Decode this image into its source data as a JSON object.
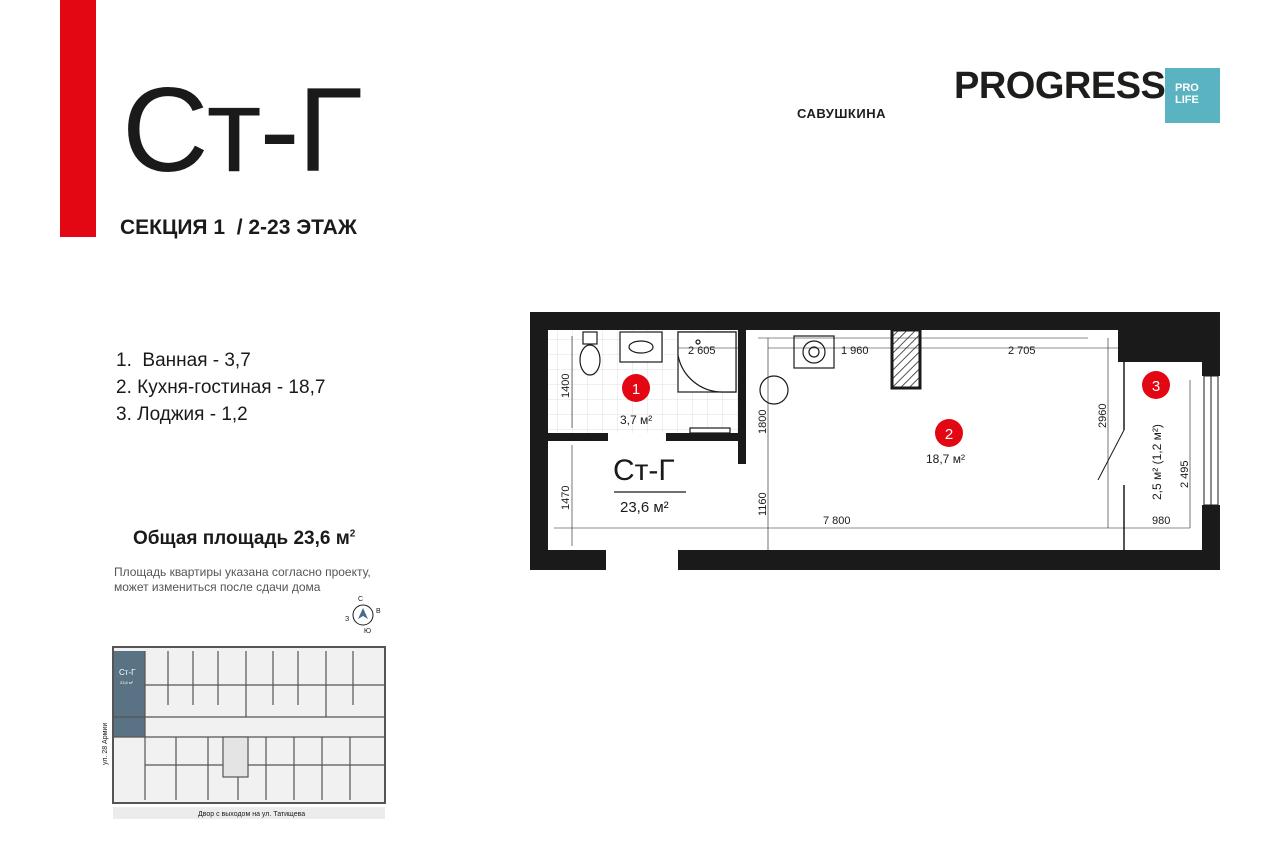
{
  "apartment": {
    "code": "Ст-Г",
    "section_floor": "СЕКЦИЯ 1  / 2-23 ЭТАЖ"
  },
  "brand": {
    "name": "PROGRESS",
    "sub": "САВУШКИНА",
    "box_line1": "PRO",
    "box_line2": "LIFE",
    "accent_color": "#e30613",
    "box_color": "#5ab3c0"
  },
  "rooms": [
    {
      "label": "1.  Ванная - 3,7"
    },
    {
      "label": "2. Кухня-гостиная - 18,7"
    },
    {
      "label": "3. Лоджия - 1,2"
    }
  ],
  "total_area": {
    "text": "Общая площадь 23,6 м",
    "sup": "2"
  },
  "disclaimer": {
    "line1": "Площадь квартиры указана согласно проекту,",
    "line2": "может измениться после сдачи дома"
  },
  "plan": {
    "title": "Ст-Г",
    "area": "23,6 м²",
    "room1": {
      "num": "1",
      "area": "3,7 м²"
    },
    "room2": {
      "num": "2",
      "area": "18,7 м²"
    },
    "room3": {
      "num": "3",
      "area": "2,5 м² (1,2 м²)"
    },
    "dims": {
      "d2605": "2 605",
      "d1960": "1 960",
      "d2705": "2 705",
      "d1400": "1400",
      "d1800": "1800",
      "d2960": "2960",
      "d2495": "2 495",
      "d1470": "1470",
      "d1160": "1160",
      "d7800": "7 800",
      "d980": "980"
    }
  },
  "floor_plan": {
    "apt_label": "Ст-Г",
    "apt_area": "23,6 м²",
    "street_left": "ул. 28 Армии",
    "street_bottom": "Двор с выходом на ул. Татищева",
    "compass_letters": [
      "С",
      "В",
      "Ю",
      "З"
    ]
  }
}
